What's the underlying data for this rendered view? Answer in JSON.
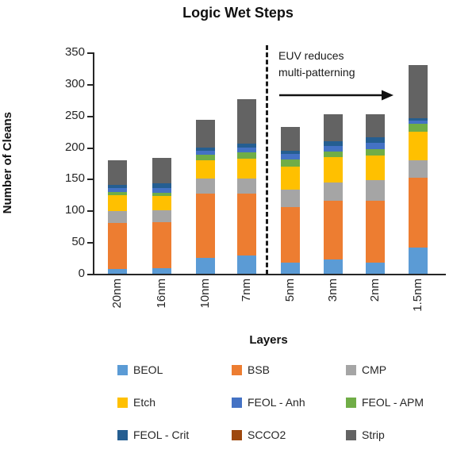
{
  "title": "Logic Wet Steps",
  "chart_data": {
    "type": "bar",
    "stacked": true,
    "title": "Logic Wet Steps",
    "xlabel": "Layers",
    "ylabel": "Number of Cleans",
    "ylim": [
      0,
      350
    ],
    "yticks": [
      0,
      50,
      100,
      150,
      200,
      250,
      300,
      350
    ],
    "grid": false,
    "legend_position": "bottom",
    "categories": [
      "20nm",
      "16nm",
      "10nm",
      "7nm",
      "5nm",
      "3nm",
      "2nm",
      "1.5nm"
    ],
    "series": [
      {
        "name": "BEOL",
        "color": "#5B9BD5",
        "values": [
          8,
          9,
          25,
          29,
          18,
          22,
          18,
          42
        ]
      },
      {
        "name": "BSB",
        "color": "#ED7D31",
        "values": [
          72,
          72,
          102,
          98,
          88,
          93,
          98,
          110
        ]
      },
      {
        "name": "CMP",
        "color": "#A5A5A5",
        "values": [
          19,
          20,
          23,
          23,
          27,
          29,
          32,
          28
        ]
      },
      {
        "name": "Etch",
        "color": "#FFC000",
        "values": [
          25,
          22,
          30,
          32,
          37,
          41,
          39,
          44
        ]
      },
      {
        "name": "FEOL - Anh",
        "color": "#4472C4",
        "values": [
          7,
          8,
          7,
          8,
          8,
          9,
          10,
          5
        ]
      },
      {
        "name": "FEOL - APM",
        "color": "#70AD47",
        "values": [
          5,
          5,
          8,
          10,
          11,
          8,
          10,
          13
        ]
      },
      {
        "name": "FEOL - Crit",
        "color": "#255E91",
        "values": [
          5,
          7,
          5,
          6,
          6,
          8,
          9,
          4
        ]
      },
      {
        "name": "SCCO2",
        "color": "#9E480E",
        "values": [
          0,
          0,
          0,
          0,
          0,
          0,
          0,
          0
        ]
      },
      {
        "name": "Strip",
        "color": "#636363",
        "values": [
          39,
          40,
          44,
          70,
          37,
          42,
          36,
          84
        ]
      }
    ],
    "stack_order": [
      "BEOL",
      "BSB",
      "CMP",
      "Etch",
      "FEOL - APM",
      "FEOL - Anh",
      "FEOL - Crit",
      "SCCO2",
      "Strip"
    ],
    "totals": [
      180,
      183,
      244,
      276,
      232,
      252,
      252,
      330
    ],
    "annotation": {
      "line1": "EUV reduces",
      "line2": "multi-patterning",
      "divider_between": [
        "7nm",
        "5nm"
      ]
    }
  }
}
